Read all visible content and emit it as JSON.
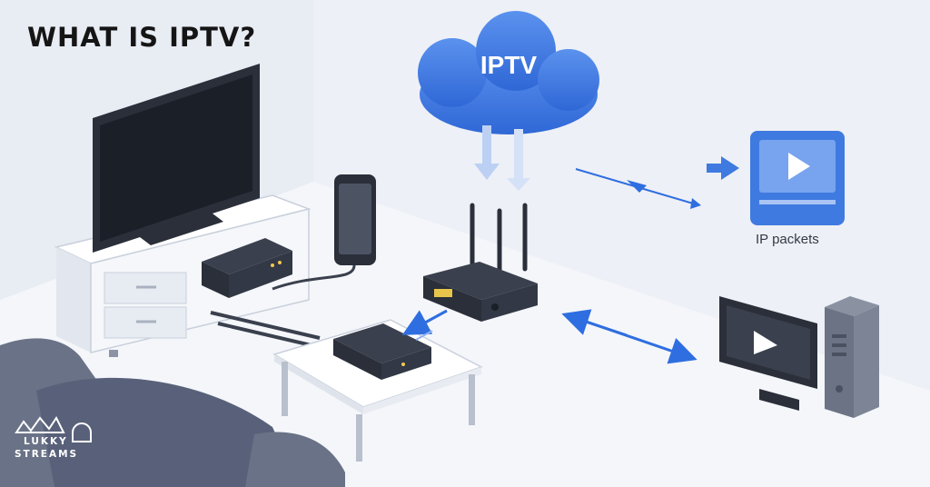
{
  "title": "WHAT IS IPTV?",
  "cloud": {
    "label": "IPTV"
  },
  "labels": {
    "packets": "IP packets"
  },
  "brand": {
    "line1": "LUKKY",
    "line2": "STREAMS"
  },
  "colors": {
    "cloud": "#3f7ae0",
    "accent": "#2f6ee0",
    "floor": "#f3f5f9",
    "wall": "#e7ebf2",
    "device_dark": "#2f3440",
    "sofa": "#5d6477"
  }
}
